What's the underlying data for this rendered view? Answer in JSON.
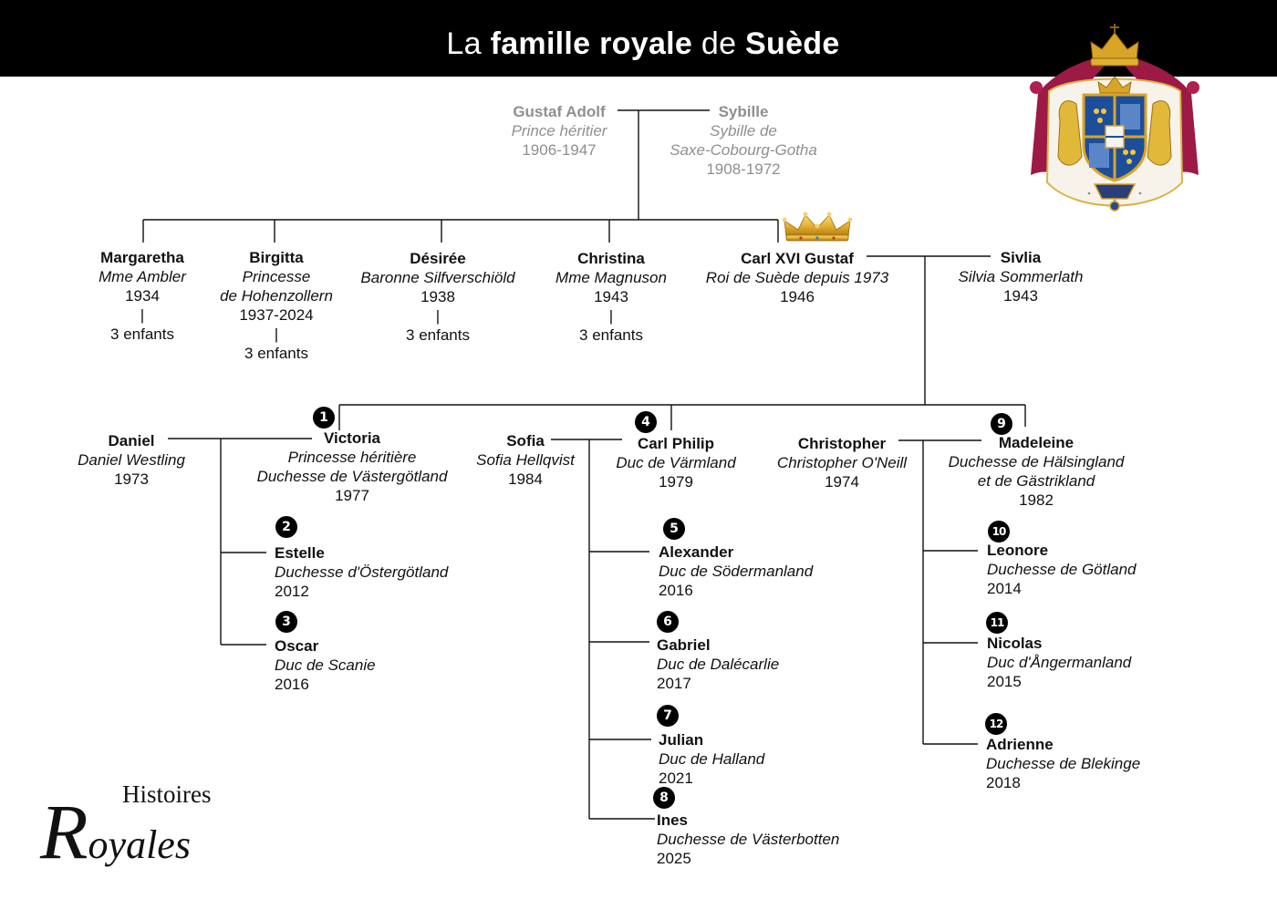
{
  "header": {
    "title_prefix": "La ",
    "title_bold1": "famille royale",
    "title_mid": " de ",
    "title_bold2": "Suède"
  },
  "logo": {
    "line1": "Histoires",
    "line2_initial": "R",
    "line2_rest": "oyales"
  },
  "grandparents": {
    "gustaf": {
      "name": "Gustaf Adolf",
      "title": "Prince héritier",
      "years": "1906-1947"
    },
    "sybille": {
      "name": "Sybille",
      "title_line1": "Sybille de",
      "title_line2": "Saxe-Cobourg-Gotha",
      "years": "1908-1972"
    }
  },
  "siblings": [
    {
      "name": "Margaretha",
      "title": "Mme Ambler",
      "years": "1934",
      "bar": "|",
      "children": "3 enfants"
    },
    {
      "name": "Birgitta",
      "title_line1": "Princesse",
      "title_line2": "de Hohenzollern",
      "years": "1937-2024",
      "bar": "|",
      "children": "3 enfants"
    },
    {
      "name": "Désirée",
      "title": "Baronne Silfverschiöld",
      "years": "1938",
      "bar": "|",
      "children": "3 enfants"
    },
    {
      "name": "Christina",
      "title": "Mme Magnuson",
      "years": "1943",
      "bar": "|",
      "children": "3 enfants"
    }
  ],
  "king": {
    "name": "Carl XVI Gustaf",
    "title": "Roi de Suède depuis 1973",
    "years": "1946"
  },
  "queen": {
    "name": "Sivlia",
    "title": "Silvia Sommerlath",
    "years": "1943"
  },
  "children": {
    "victoria": {
      "num": "1",
      "name": "Victoria",
      "title_line1": "Princesse héritière",
      "title_line2": "Duchesse de Västergötland",
      "years": "1977"
    },
    "daniel": {
      "name": "Daniel",
      "title": "Daniel Westling",
      "years": "1973"
    },
    "carl_philip": {
      "num": "4",
      "name": "Carl Philip",
      "title": "Duc de Värmland",
      "years": "1979"
    },
    "sofia": {
      "name": "Sofia",
      "title": "Sofia Hellqvist",
      "years": "1984"
    },
    "madeleine": {
      "num": "9",
      "name": "Madeleine",
      "title_line1": "Duchesse de Hälsingland",
      "title_line2": "et de Gästrikland",
      "years": "1982"
    },
    "christopher": {
      "name": "Christopher",
      "title": "Christopher O'Neill",
      "years": "1974"
    }
  },
  "grandchildren": {
    "estelle": {
      "num": "2",
      "name": "Estelle",
      "title": "Duchesse d'Östergötland",
      "years": "2012"
    },
    "oscar": {
      "num": "3",
      "name": "Oscar",
      "title": "Duc de Scanie",
      "years": "2016"
    },
    "alexander": {
      "num": "5",
      "name": "Alexander",
      "title": "Duc de Södermanland",
      "years": "2016"
    },
    "gabriel": {
      "num": "6",
      "name": "Gabriel",
      "title": "Duc de Dalécarlie",
      "years": "2017"
    },
    "julian": {
      "num": "7",
      "name": "Julian",
      "title": "Duc de Halland",
      "years": "2021"
    },
    "ines": {
      "num": "8",
      "name": "Ines",
      "title": "Duchesse de Västerbotten",
      "years": "2025"
    },
    "leonore": {
      "num": "10",
      "name": "Leonore",
      "title": "Duchesse de Götland",
      "years": "2014"
    },
    "nicolas": {
      "num": "11",
      "name": "Nicolas",
      "title": "Duc d'Ångermanland",
      "years": "2015"
    },
    "adrienne": {
      "num": "12",
      "name": "Adrienne",
      "title": "Duchesse de Blekinge",
      "years": "2018"
    }
  },
  "colors": {
    "header_bg": "#000000",
    "faded_text": "#8f8f8f",
    "crown_gold": "#d9a526",
    "mantle_red": "#9c1a45",
    "shield_blue": "#1d4e9c"
  }
}
